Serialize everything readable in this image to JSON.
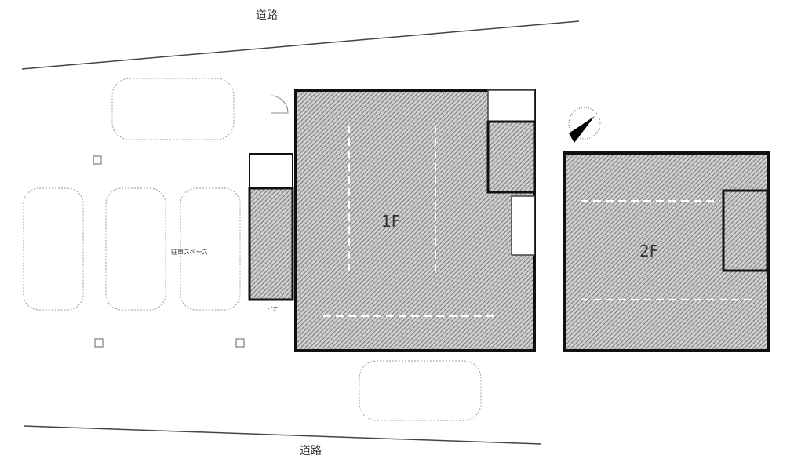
{
  "roads": {
    "top": "道路",
    "bottom": "道路"
  },
  "floors": {
    "first": "1F",
    "second": "2F"
  },
  "parking": {
    "label": "駐車スペース"
  },
  "porch": {
    "label": "ピア"
  },
  "compass": {
    "icon": "north-arrow-icon"
  },
  "colors": {
    "wall": "#222222",
    "hatch": "#8a8a8a"
  }
}
